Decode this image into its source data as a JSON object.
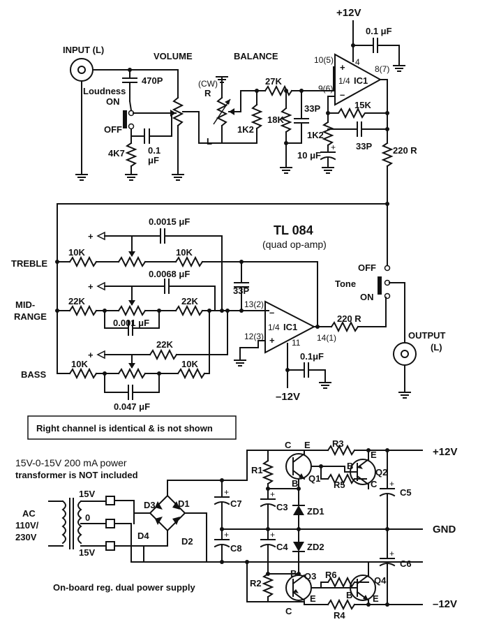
{
  "preamp": {
    "input_label": "INPUT (L)",
    "volume_label": "VOLUME",
    "balance_label": "BALANCE",
    "supply_top": "+12V",
    "c_supply_top": "0.1 μF",
    "c470": "470P",
    "loudness": "Loudness",
    "on": "ON",
    "off": "OFF",
    "r4k7": "4K7",
    "c01a": "0.1",
    "c01b": "μF",
    "cw": "(CW)",
    "bal_r": "R",
    "bal_l": "L",
    "r1k2a": "1K2",
    "r27k": "27K",
    "r18k": "18K",
    "c33p_a": "33P",
    "r1k2b": "1K2",
    "c10u": "10 μF",
    "r15k": "15K",
    "c33p_b": "33P",
    "r220_a": "220 R",
    "pin10": "10(5)",
    "pin9": "9(6)",
    "pin8": "8(7)",
    "pin4": "4",
    "ic_frac": "1/4",
    "ic_name": "IC1",
    "plus": "+",
    "minus": "–"
  },
  "tone": {
    "chip": "TL 084",
    "chip_desc": "(quad op-amp)",
    "treble": "TREBLE",
    "mid_a": "MID-",
    "mid_b": "RANGE",
    "bass": "BASS",
    "c0015": "0.0015 μF",
    "c0068": "0.0068 μF",
    "c0001": "0.001 μF",
    "c047": "0.047 μF",
    "c33p": "33P",
    "r10k_1": "10K",
    "r10k_2": "10K",
    "r22k_1": "22K",
    "r22k_2": "22K",
    "r22k_3": "22K",
    "r10k_3": "10K",
    "r10k_4": "10K",
    "pin13": "13(2)",
    "pin12": "12(3)",
    "pin14": "14(1)",
    "pin11": "11",
    "r220_b": "220 R",
    "c01u": "0.1μF",
    "supply_neg": "–12V",
    "tone_switch": "Tone",
    "off": "OFF",
    "on": "ON",
    "output_a": "OUTPUT",
    "output_b": "(L)",
    "note": "Right channel is identical & is not shown"
  },
  "psu": {
    "trafo_line1": "15V-0-15V  200 mA power",
    "trafo_line2": "transformer is NOT included",
    "ac1": "AC",
    "ac2": "110V/",
    "ac3": "230V",
    "v15_top": "15V",
    "v0": "0",
    "v15_bot": "15V",
    "d1": "D1",
    "d2": "D2",
    "d3": "D3",
    "d4": "D4",
    "c7": "C7",
    "c8": "C8",
    "c3": "C3",
    "c4": "C4",
    "c5": "C5",
    "c6": "C6",
    "r1": "R1",
    "r2": "R2",
    "r3": "R3",
    "r4": "R4",
    "r5": "R5",
    "r6": "R6",
    "zd1": "ZD1",
    "zd2": "ZD2",
    "q1": "Q1",
    "q2": "Q2",
    "q3": "Q3",
    "q4": "Q4",
    "c": "C",
    "e": "E",
    "b": "B",
    "pos": "+12V",
    "gnd": "GND",
    "neg": "–12V",
    "caption": "On-board reg. dual power supply"
  }
}
